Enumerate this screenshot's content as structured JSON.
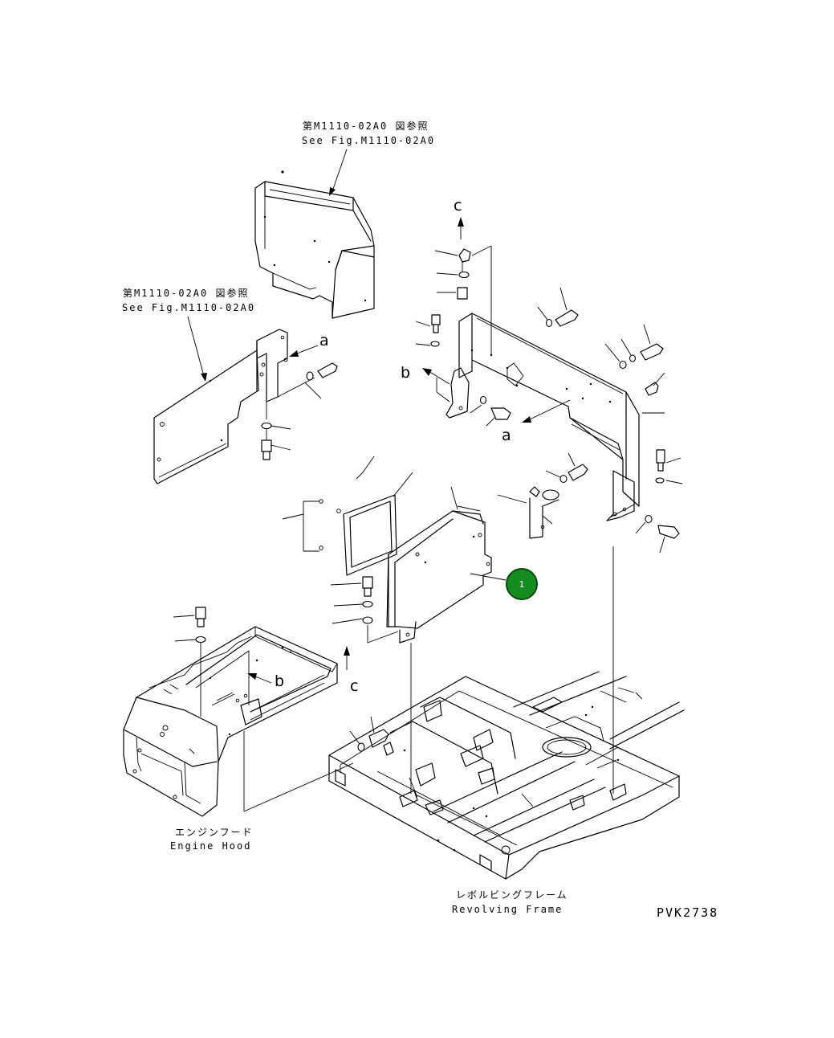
{
  "callouts": {
    "top_ref_jp": "第M1110-02A0 図参照",
    "top_ref_en": "See Fig.M1110-02A0",
    "left_ref_jp": "第M1110-02A0 図参照",
    "left_ref_en": "See Fig.M1110-02A0"
  },
  "view_letters": {
    "a_upper": "a",
    "a_right": "a",
    "b_right": "b",
    "b_left": "b",
    "c_top": "c",
    "c_bottom": "c"
  },
  "labels": {
    "engine_hood_jp": "エンジンフード",
    "engine_hood_en": "Engine Hood",
    "revolving_frame_jp": "レボルビングフレーム",
    "revolving_frame_en": "Revolving Frame"
  },
  "drawing_code": "PVK2738",
  "part_badge": {
    "number": "1",
    "color": "#148c1e"
  }
}
